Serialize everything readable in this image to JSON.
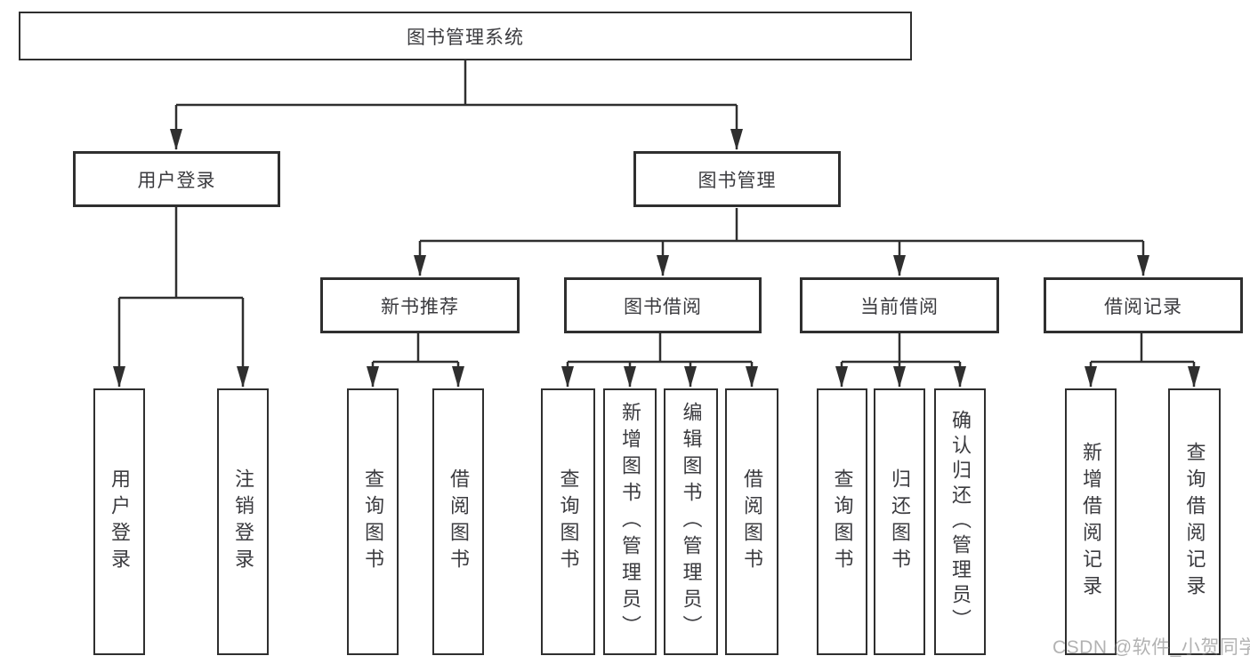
{
  "diagram": {
    "root": {
      "label": "图书管理系统"
    },
    "login_branch": {
      "label": "用户登录",
      "children": [
        "用户登录",
        "注销登录"
      ]
    },
    "management_branch": {
      "label": "图书管理",
      "groups": [
        {
          "label": "新书推荐",
          "children": [
            "查询图书",
            "借阅图书"
          ]
        },
        {
          "label": "图书借阅",
          "children": [
            "查询图书",
            "新增图书（管理员）",
            "编辑图书（管理员）",
            "借阅图书"
          ]
        },
        {
          "label": "当前借阅",
          "children": [
            "查询图书",
            "归还图书",
            "确认归还（管理员）"
          ]
        },
        {
          "label": "借阅记录",
          "children": [
            "新增借阅记录",
            "查询借阅记录"
          ]
        }
      ]
    }
  },
  "watermark": {
    "text": "CSDN @软件_小贺同学"
  },
  "colors": {
    "line": "#2f2f2f",
    "box_border": "#2f2f2f",
    "text": "#3b3b3f",
    "watermark_gray": "#828282",
    "background": "#ffffff"
  }
}
